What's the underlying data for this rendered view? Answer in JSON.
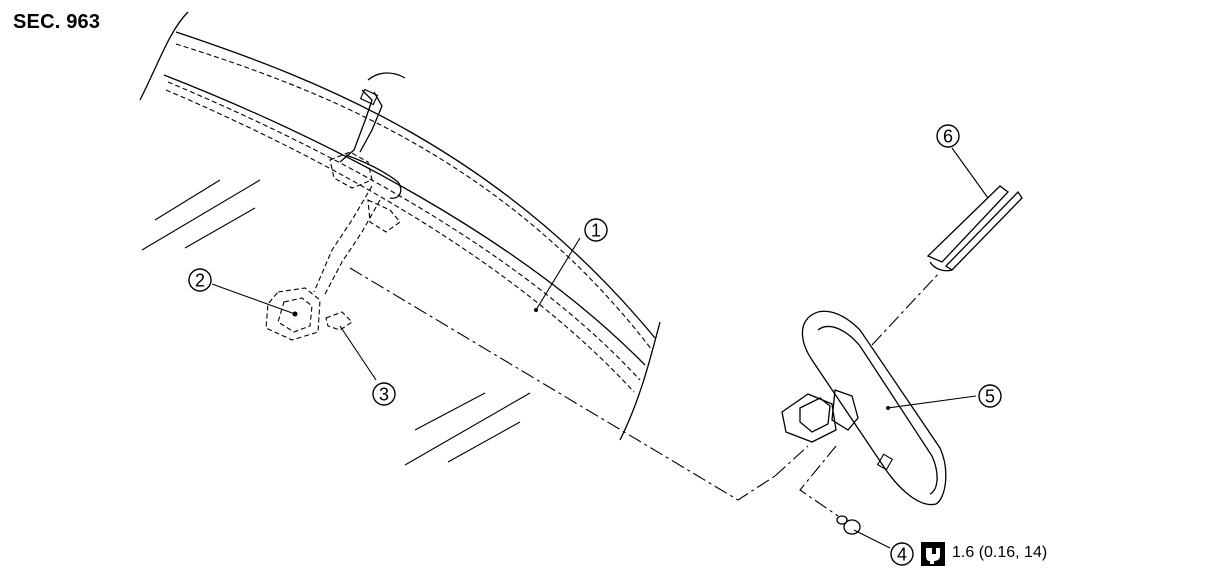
{
  "section_label": "SEC. 963",
  "callouts": [
    {
      "id": "1",
      "label": "1"
    },
    {
      "id": "2",
      "label": "2"
    },
    {
      "id": "3",
      "label": "3"
    },
    {
      "id": "4",
      "label": "4"
    },
    {
      "id": "5",
      "label": "5"
    },
    {
      "id": "6",
      "label": "6"
    }
  ],
  "torque": {
    "icon": "torque-wrench-icon",
    "value_text": "1.6 (0.16, 14)"
  }
}
